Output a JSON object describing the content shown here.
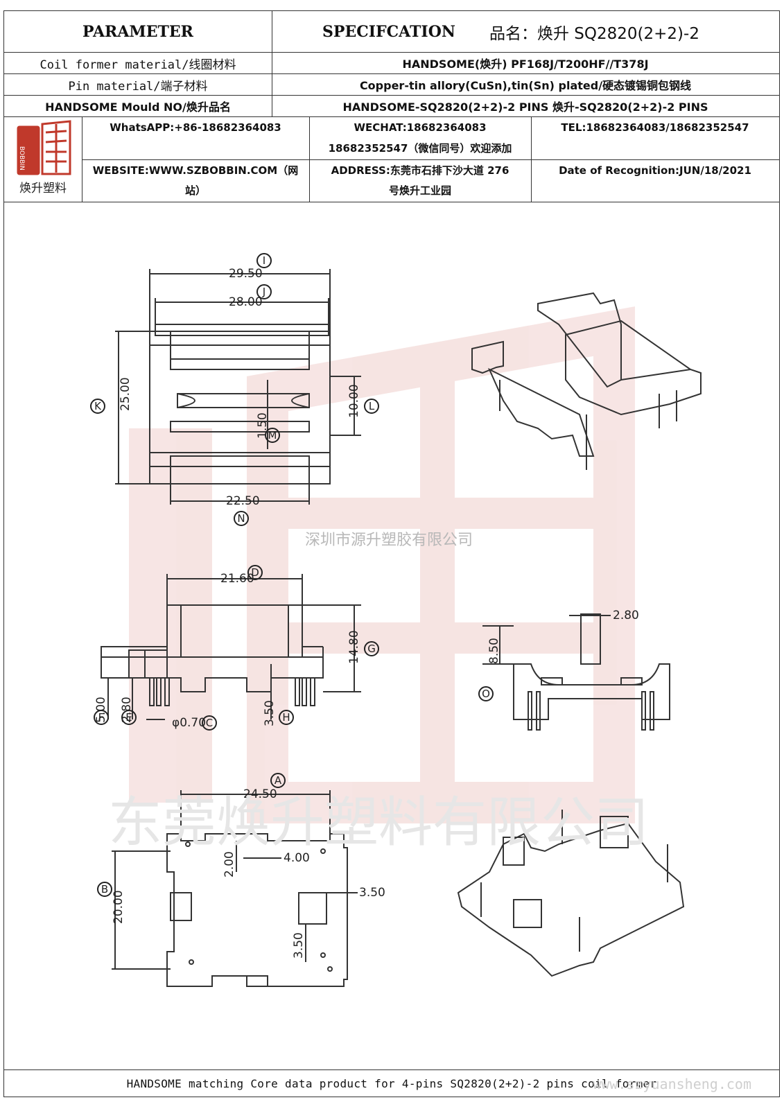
{
  "header": {
    "parameter_label": "PARAMETER",
    "spec_label": "SPECIFCATION",
    "product_name": "品名：焕升 SQ2820(2+2)-2"
  },
  "rows": [
    {
      "label": "Coil former material/线圈材料",
      "value": "HANDSOME(焕升)   PF168J/T200HF//T378J"
    },
    {
      "label": "Pin material/端子材料",
      "value": "Copper-tin allory(CuSn),tin(Sn) plated/硬态镀锡铜包钢线"
    },
    {
      "label": "HANDSOME Mould NO/焕升品名",
      "value": "HANDSOME-SQ2820(2+2)-2 PINS    焕升-SQ2820(2+2)-2 PINS"
    }
  ],
  "company": {
    "logo_text": "焕升塑料",
    "whatsapp": "WhatsAPP:+86-18682364083",
    "wechat_line1": "WECHAT:18682364083",
    "wechat_line2": "18682352547（微信同号）欢迎添加",
    "tel": "TEL:18682364083/18682352547",
    "website_line1": "WEBSITE:WWW.SZBOBBIN.COM（网",
    "website_line2": "站）",
    "address_line1": "ADDRESS:东莞市石排下沙大道 276",
    "address_line2": "号焕升工业园",
    "date": "Date of Recognition:JUN/18/2021"
  },
  "watermarks": {
    "center_text": "深圳市源升塑胶有限公司",
    "large_text": "东莞焕升塑料有限公司",
    "url": "www.szyuansheng.com"
  },
  "dimensions": {
    "I": "29.50",
    "J": "28.00",
    "K": "25.00",
    "L": "10.00",
    "M": "1.50",
    "N": "22.50",
    "D": "21.60",
    "G": "14.80",
    "F": "5.00",
    "E": "2.80",
    "C": "φ0.70",
    "H": "3.50",
    "side_width": "2.80",
    "O": "8.50",
    "A": "24.50",
    "B": "20.00",
    "notch_h": "2.00",
    "notch_w": "4.00",
    "slot_w": "3.50",
    "slot_h": "3.50"
  },
  "markers": {
    "A": "A",
    "B": "B",
    "C": "C",
    "D": "D",
    "E": "E",
    "F": "F",
    "G": "G",
    "H": "H",
    "I": "I",
    "J": "J",
    "K": "K",
    "L": "L",
    "M": "M",
    "N": "N",
    "O": "O"
  },
  "footer": {
    "text": "HANDSOME matching Core data  product for 4-pins SQ2820(2+2)-2 pins coil former"
  }
}
